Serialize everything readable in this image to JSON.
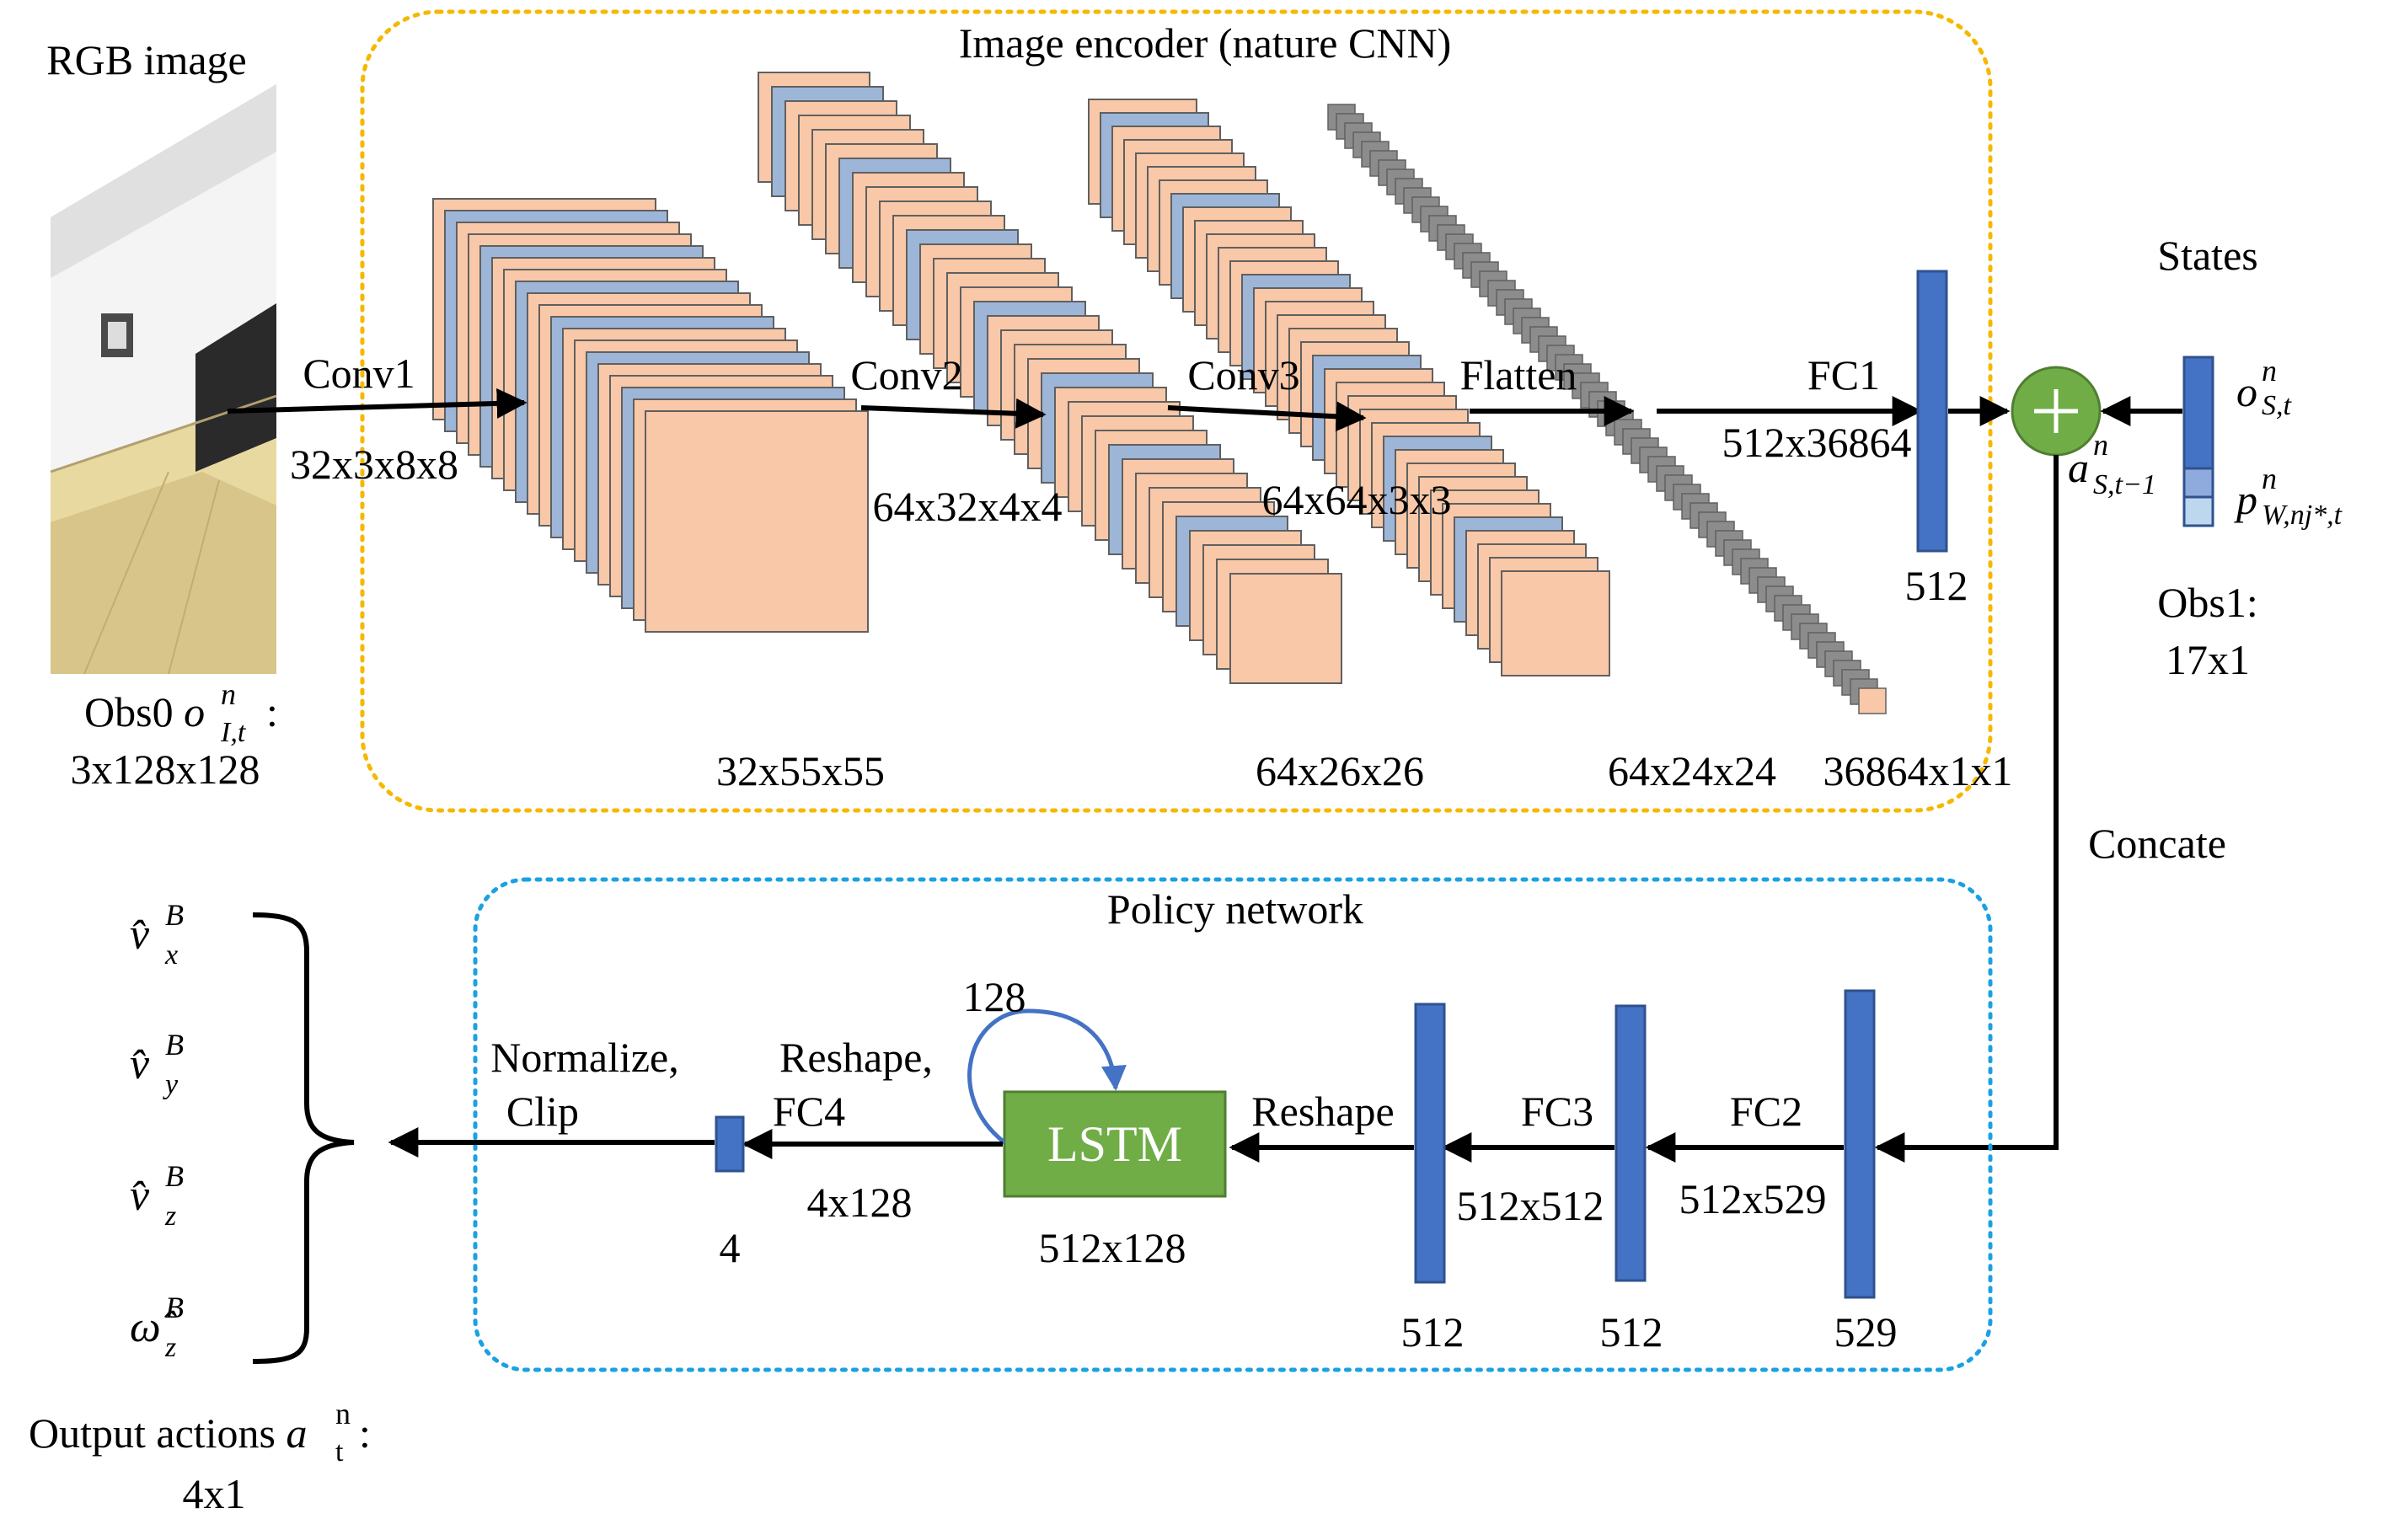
{
  "input": {
    "title": "RGB image",
    "obs0_prefix": "Obs0 ",
    "obs0_symbol": "o",
    "obs0_sup": "n",
    "obs0_sub": "I,t",
    "obs0_suffix": " :",
    "obs0_size": "3x128x128"
  },
  "encoder": {
    "title": "Image encoder (nature CNN)",
    "border_color": "#F5B800",
    "conv1_label": "Conv1",
    "conv1_kernel": "32x3x8x8",
    "conv1_out": "32x55x55",
    "conv2_label": "Conv2",
    "conv2_kernel": "64x32x4x4",
    "conv2_out": "64x26x26",
    "conv3_label": "Conv3",
    "conv3_kernel": "64x64x3x3",
    "conv3_out": "64x24x24",
    "flatten_label": "Flatten",
    "flatten_out": "36864x1x1",
    "fc1_label": "FC1",
    "fc1_weight": "512x36864",
    "fc1_out": "512"
  },
  "states": {
    "title": "States",
    "o_symbol": "o",
    "o_sup": "n",
    "o_sub": "S,t",
    "a_symbol": "a",
    "a_sup": "n",
    "a_sub": "S,t−1",
    "p_symbol": "p",
    "p_sup": "n",
    "p_sub": "W,nj*,t",
    "obs1_label": "Obs1:",
    "obs1_size": "17x1"
  },
  "concat_label": "Concate",
  "policy": {
    "title": "Policy network",
    "border_color": "#1BA1E2",
    "fc2_label": "FC2",
    "fc2_weight": "512x529",
    "fc2_out": "529",
    "fc3_label": "FC3",
    "fc3_weight": "512x512",
    "fc3_out": "512",
    "reshape_label": "Reshape",
    "reshape_out": "512",
    "lstm_label": "LSTM",
    "lstm_weight": "512x128",
    "lstm_loop": "128",
    "fc4_label_1": "Reshape,",
    "fc4_label_2": "FC4",
    "fc4_weight": "4x128",
    "fc4_out": "4",
    "norm_label_1": "Normalize,",
    "norm_label_2": "Clip"
  },
  "outputs": {
    "items": [
      {
        "symbol": "v̂",
        "sup": "B",
        "sub": "x"
      },
      {
        "symbol": "v̂",
        "sup": "B",
        "sub": "y"
      },
      {
        "symbol": "v̂",
        "sup": "B",
        "sub": "z"
      },
      {
        "symbol": "ω̂",
        "sup": "B",
        "sub": "z"
      }
    ],
    "label_prefix": "Output actions ",
    "label_symbol": "a",
    "label_sup": "n",
    "label_sub": "t",
    "label_suffix": " :",
    "size": "4x1"
  },
  "colors": {
    "feature_fill": "#F8C8A8",
    "feature_stroke": "#606060",
    "feature_accent": "#9DB6D8",
    "flat_fill": "#8C8C8C",
    "fc_fill": "#4472C4",
    "fc_stroke": "#2F528F",
    "fc_light": "#9DC3E6",
    "add_fill": "#70AD47",
    "lstm_fill": "#70AD47",
    "loop_arrow": "#4472C4"
  }
}
